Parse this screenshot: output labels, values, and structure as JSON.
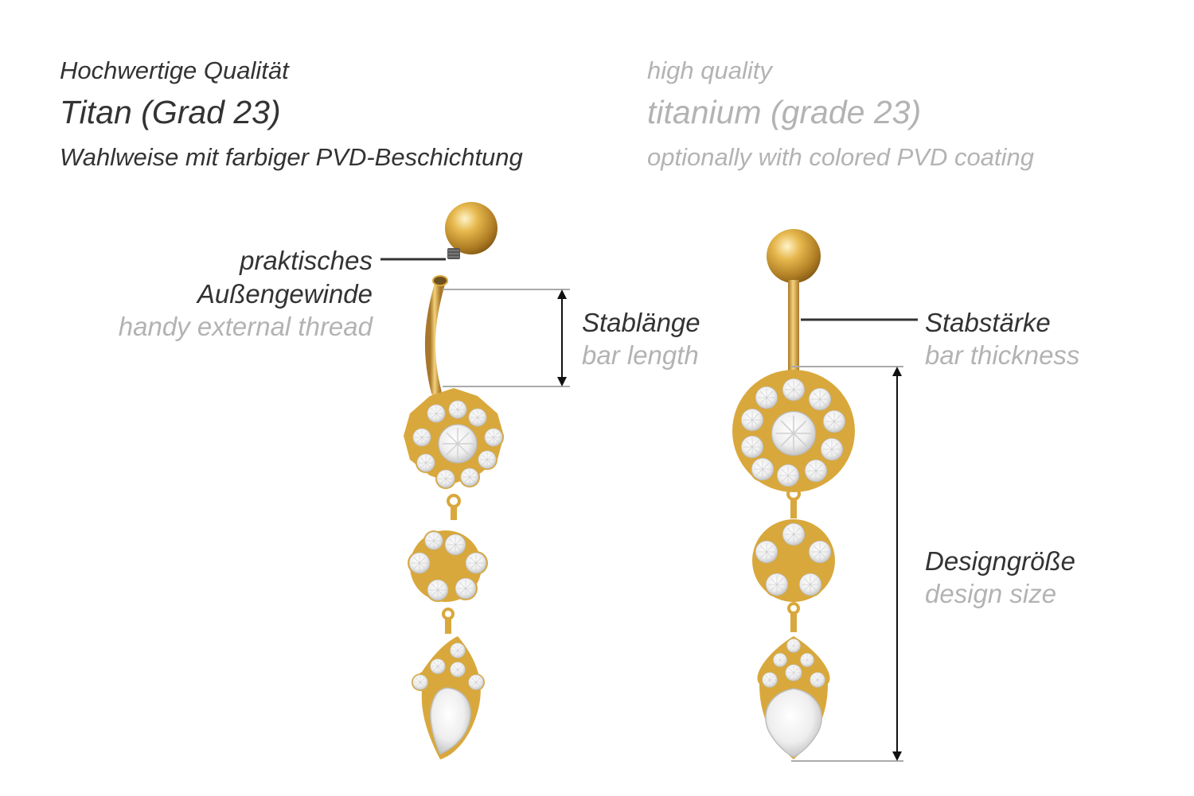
{
  "header": {
    "de_line1": "Hochwertige Qualität",
    "de_line2": "Titan (Grad 23)",
    "de_line3": "Wahlweise mit farbiger PVD-Beschichtung",
    "en_line1": "high quality",
    "en_line2": "titanium (grade 23)",
    "en_line3": "optionally with colored PVD coating"
  },
  "labels": {
    "thread_de_1": "praktisches",
    "thread_de_2": "Außengewinde",
    "thread_en": "handy external thread",
    "bar_length_de": "Stablänge",
    "bar_length_en": "bar length",
    "bar_thickness_de": "Stabstärke",
    "bar_thickness_en": "bar thickness",
    "design_size_de": "Designgröße",
    "design_size_en": "design size"
  },
  "colors": {
    "gold": "#d9a83c",
    "gold_dark": "#a8772a",
    "stone": "#f2f2f2",
    "text_dark": "#333333",
    "text_light": "#b3b3b3"
  }
}
